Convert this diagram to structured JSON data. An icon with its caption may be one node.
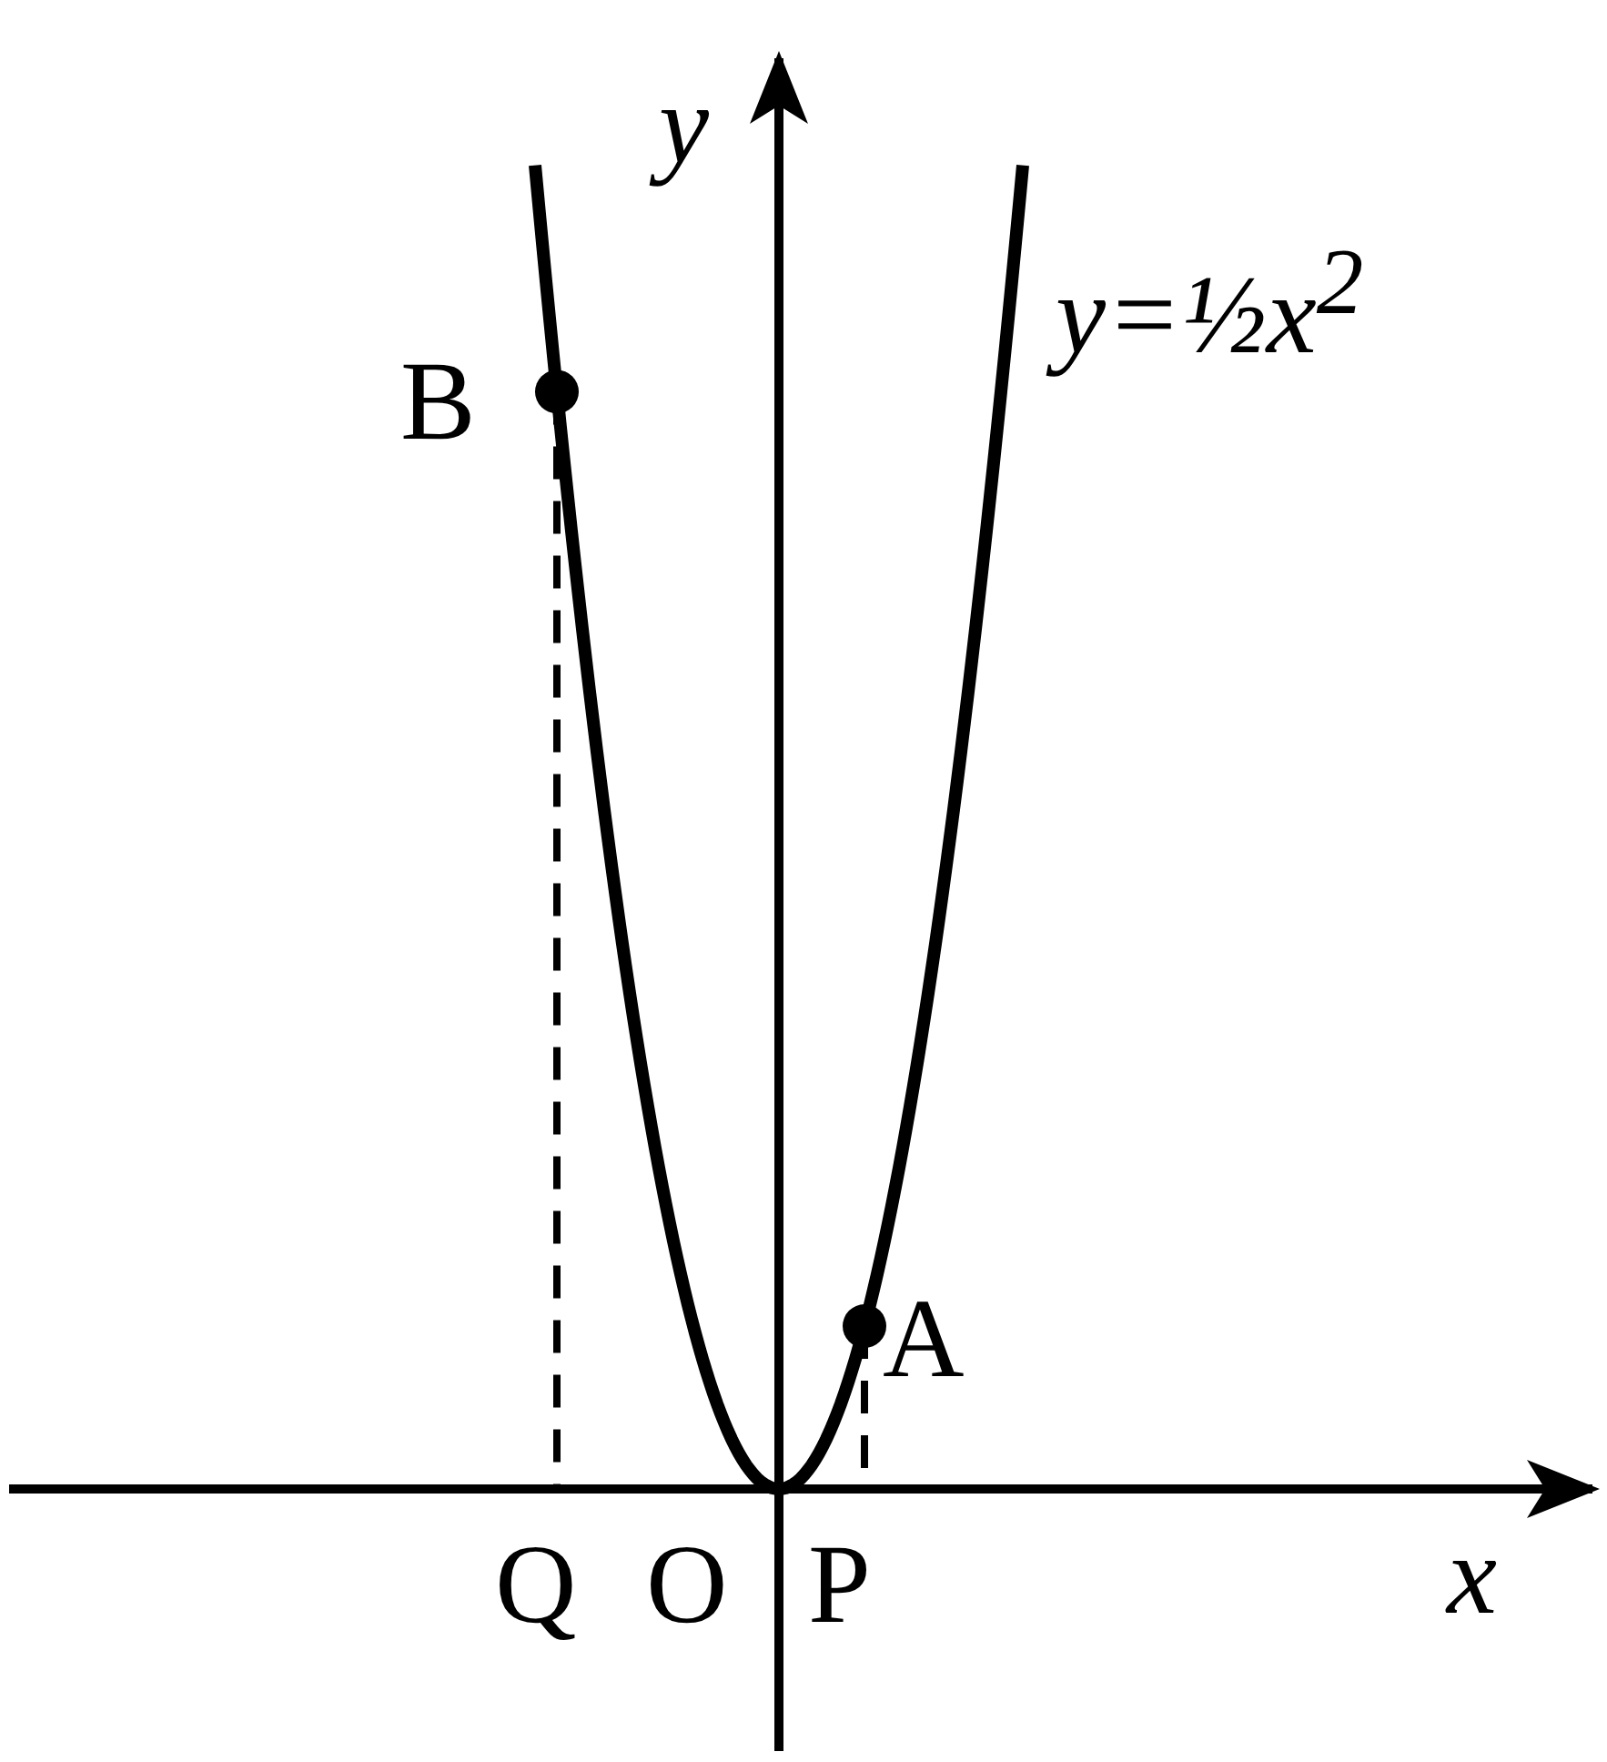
{
  "diagram": {
    "labels": [
      "y",
      "y=½x$^{2}$",
      "B",
      "A",
      "Q",
      "O",
      "P",
      "x"
    ]
  }
}
